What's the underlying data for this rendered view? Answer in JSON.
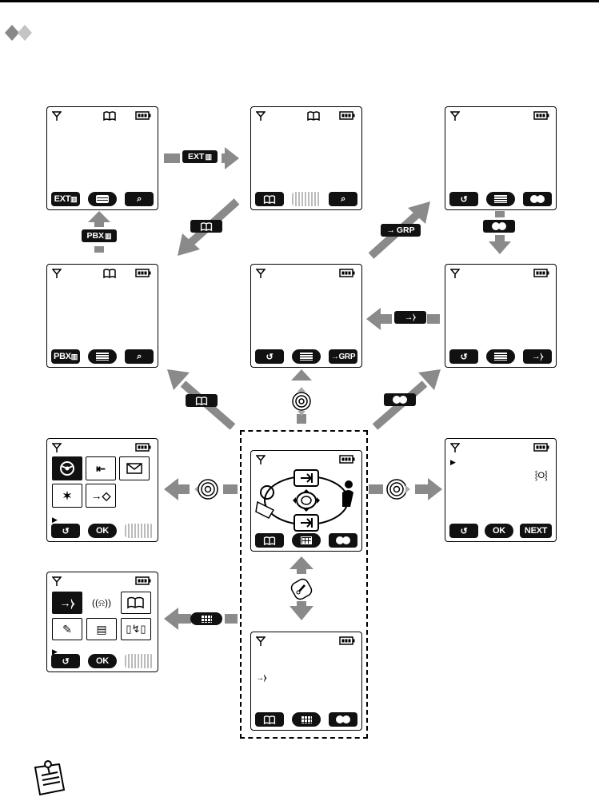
{
  "icons": {
    "antenna": "antenna-icon",
    "phonebook": "phonebook-icon",
    "battery": "battery-icon",
    "menu": "menu-icon",
    "search": "search-icon",
    "back": "back-icon",
    "talk": "talk-icon",
    "intercom": "intercom-icon",
    "navigator": "navigator-key-icon",
    "memo": "memo-icon",
    "note": "note-icon"
  },
  "softkeys": {
    "ext_phonebook": "EXT",
    "pbx_phonebook": "PBX",
    "grp": "GRP",
    "ok": "OK",
    "next": "NEXT"
  },
  "arrow_labels": {
    "ext": "EXT",
    "pbx": "PBX",
    "grp": "GRP"
  },
  "colors": {
    "arrow": "#8a8a8a",
    "softkey": "#111111",
    "screen_border": "#000000"
  }
}
